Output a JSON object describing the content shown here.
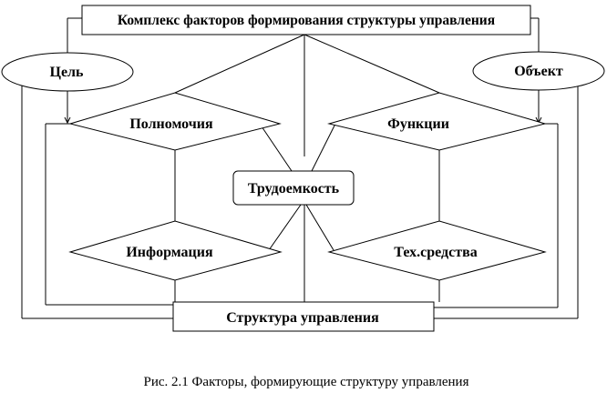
{
  "title": "Комплекс факторов формирования структуры управления",
  "nodes": {
    "goal": "Цель",
    "object": "Объект",
    "authority": "Полномочия",
    "functions": "Функции",
    "labor": "Трудоемкость",
    "information": "Информация",
    "tech": "Тех.средства",
    "structure": "Структура управления"
  },
  "caption": "Рис. 2.1 Факторы, формирующие структуру управления"
}
